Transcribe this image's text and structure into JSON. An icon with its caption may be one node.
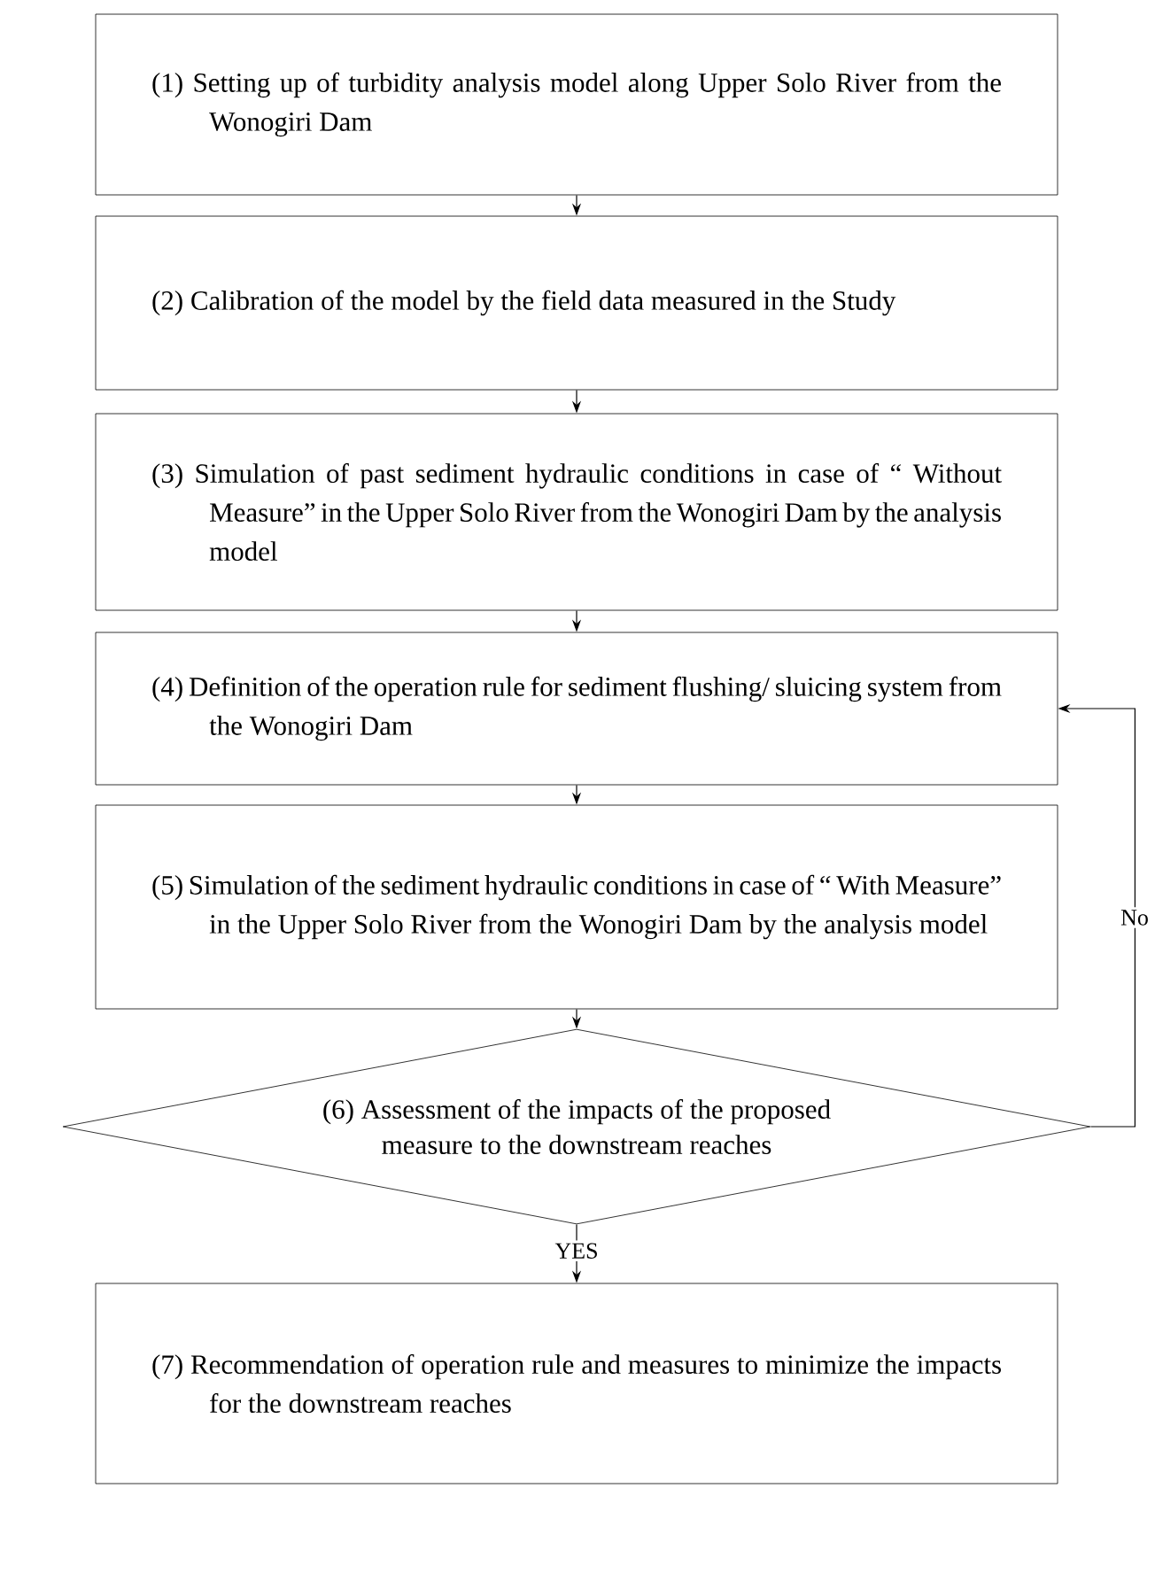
{
  "diagram": {
    "nodes": [
      {
        "text": [
          "(1) Setting up of turbidity analysis model along Upper Solo River from the Wonogiri Dam"
        ]
      },
      {
        "text": [
          "(2) Calibration of the model by the field data measured in the Study"
        ]
      },
      {
        "text": [
          "(3) Simulation of past sediment hydraulic conditions in case of “ Without Measure” in the Upper Solo River from the Wonogiri Dam by the analysis model"
        ]
      },
      {
        "text": [
          "(4) Definition of the operation rule for sediment flushing/ sluicing system from the Wonogiri Dam"
        ]
      },
      {
        "text": [
          "(5) Simulation of the sediment hydraulic conditions in case of “ With Measure” in the Upper Solo River from the Wonogiri Dam by the analysis model"
        ]
      },
      {
        "text": [
          "(6) Assessment of the impacts of the proposed measure to the downstream reaches"
        ]
      },
      {
        "text": [
          "(7) Recommendation of operation rule and measures to minimize the impacts for the downstream reaches"
        ]
      }
    ],
    "edges": [
      {
        "from": 0,
        "to": 1,
        "arrow": "to"
      },
      {
        "from": 1,
        "to": 2,
        "arrow": "to"
      },
      {
        "from": 2,
        "to": 3,
        "arrow": "to"
      },
      {
        "from": 3,
        "to": 4,
        "arrow": "to"
      },
      {
        "from": 4,
        "to": 5,
        "arrow": "to"
      },
      {
        "from": 5,
        "to": 3,
        "arrow": "to",
        "label": "No"
      },
      {
        "from": 5,
        "to": 6,
        "arrow": "to",
        "label": "YES"
      }
    ]
  }
}
